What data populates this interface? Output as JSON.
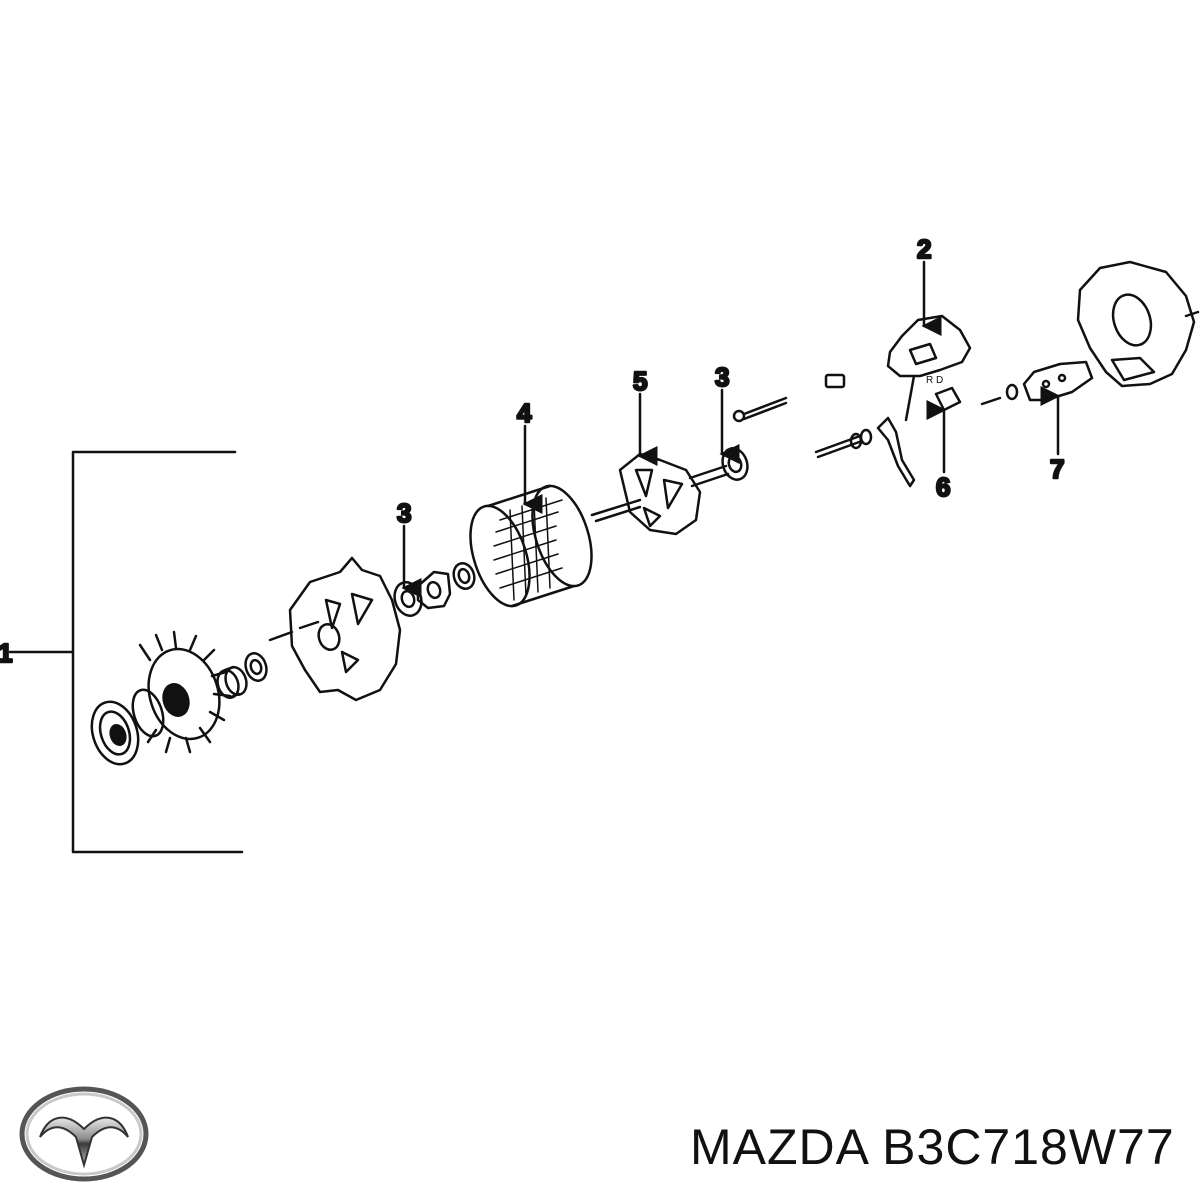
{
  "brand": "MAZDA",
  "part_number": "B3C718W77",
  "callouts": {
    "c1": "1",
    "c2": "2",
    "c3a": "3",
    "c3b": "3",
    "c4": "4",
    "c5": "5",
    "c6": "6",
    "c7": "7"
  },
  "logo": {
    "icon": "mazda-logo-icon"
  },
  "colors": {
    "ink": "#111111",
    "background": "#ffffff"
  }
}
